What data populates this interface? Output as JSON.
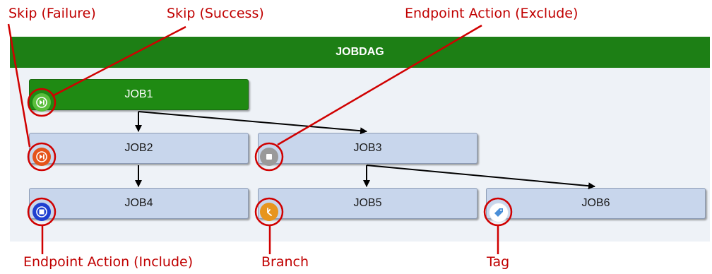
{
  "header": {
    "title": "JOBDAG"
  },
  "jobs": [
    {
      "label": "JOB1"
    },
    {
      "label": "JOB2"
    },
    {
      "label": "JOB3"
    },
    {
      "label": "JOB4"
    },
    {
      "label": "JOB5"
    },
    {
      "label": "JOB6"
    }
  ],
  "callouts": {
    "skip_failure": "Skip (Failure)",
    "skip_success": "Skip (Success)",
    "endpoint_exclude": "Endpoint Action (Exclude)",
    "endpoint_include": "Endpoint Action (Include)",
    "branch": "Branch",
    "tag": "Tag"
  },
  "colors": {
    "header_bg": "#1d7f15",
    "running_job": "#1f8a13",
    "job_bg": "#c8d6ec",
    "callout": "#c00000",
    "skip_success_icon": "#5bbf3c",
    "skip_failure_icon": "#e5531a",
    "exclude_icon": "#9a9a9a",
    "include_icon": "#1f3fd0",
    "branch_icon": "#e7951e",
    "tag_icon": "#4a8fd8"
  }
}
